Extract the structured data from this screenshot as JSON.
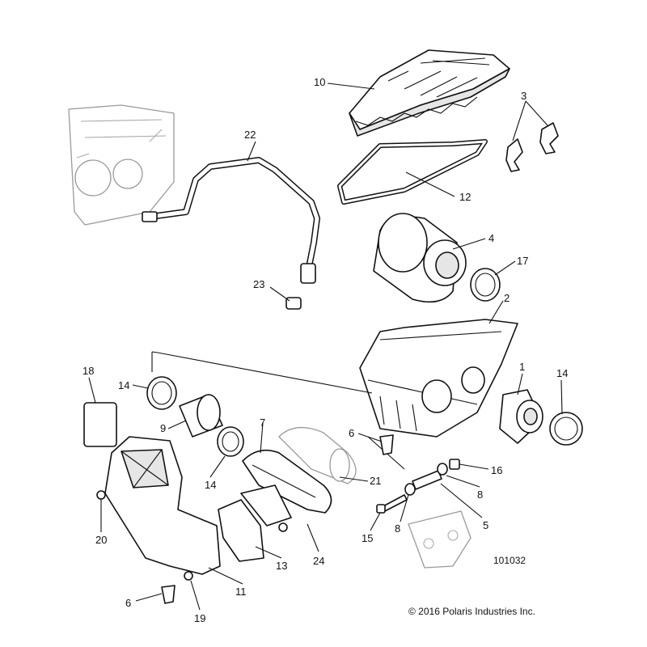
{
  "diagram": {
    "callouts": {
      "c1": "1",
      "c2": "2",
      "c3": "3",
      "c4": "4",
      "c5": "5",
      "c6a": "6",
      "c6b": "6",
      "c7": "7",
      "c8a": "8",
      "c8b": "8",
      "c9": "9",
      "c10": "10",
      "c11": "11",
      "c12": "12",
      "c13": "13",
      "c14a": "14",
      "c14b": "14",
      "c14c": "14",
      "c15": "15",
      "c16": "16",
      "c17": "17",
      "c18": "18",
      "c19": "19",
      "c20": "20",
      "c21": "21",
      "c22": "22",
      "c23": "23",
      "c24": "24"
    },
    "reference_number": "101032",
    "copyright": "© 2016 Polaris Industries Inc."
  }
}
